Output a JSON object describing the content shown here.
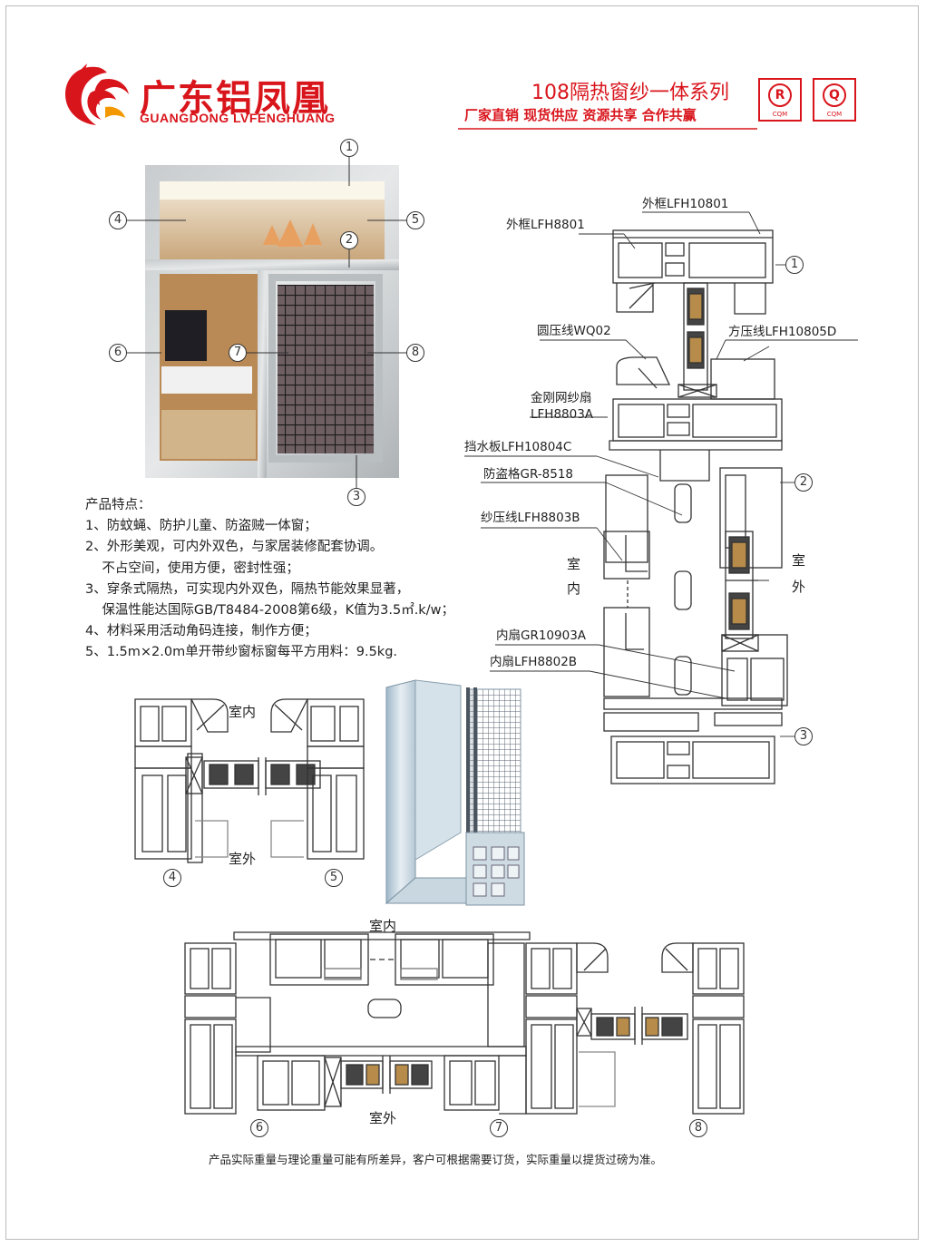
{
  "brand": {
    "name_cn": "广东铝凤凰",
    "name_en": "GUANGDONG LVFENGHUANG"
  },
  "header": {
    "series_title": "108隔热窗纱一体系列",
    "slogan": "厂家直销  现货供应  资源共享  合作共赢"
  },
  "certs": [
    {
      "letter": "R",
      "caption": "CQM"
    },
    {
      "letter": "Q",
      "caption": "CQM"
    }
  ],
  "markers": {
    "m1": "1",
    "m2": "2",
    "m3": "3",
    "m4": "4",
    "m5": "5",
    "m6": "6",
    "m7": "7",
    "m8": "8"
  },
  "features": {
    "heading": "产品特点：",
    "lines": [
      "1、防蚊蝇、防护儿童、防盗贼一体窗；",
      "2、外形美观，可内外双色，与家居装修配套协调。",
      "    不占空间，使用方便，密封性强；",
      "3、穿条式隔热，可实现内外双色，隔热节能效果显著，",
      "    保温性能达国际GB/T8484-2008第6级，K值为3.5㎡.k/w；",
      "4、材料采用活动角码连接，制作方便；",
      "5、1.5m×2.0m单开带纱窗标窗每平方用料：9.5kg."
    ]
  },
  "section_labels": {
    "outer_frame_a": "外框LFH10801",
    "outer_frame_b": "外框LFH8801",
    "round_bead": "圆压线WQ02",
    "square_bead": "方压线LFH10805D",
    "screen_sash_line1": "金刚网纱扇",
    "screen_sash_line2": "LFH8803A",
    "water_board": "挡水板LFH10804C",
    "security_grid": "防盗格GR-8518",
    "screen_bead": "纱压线LFH8803B",
    "inner_sash_a": "内扇GR10903A",
    "inner_sash_b": "内扇LFH8802B",
    "indoor_1": "室",
    "indoor_2": "内",
    "outdoor_1": "室",
    "outdoor_2": "外"
  },
  "sub_labels": {
    "indoor": "室内",
    "outdoor": "室外"
  },
  "footnote": "产品实际重量与理论重量可能有所差异，客户可根据需要订货，实际重量以提货过磅为准。"
}
